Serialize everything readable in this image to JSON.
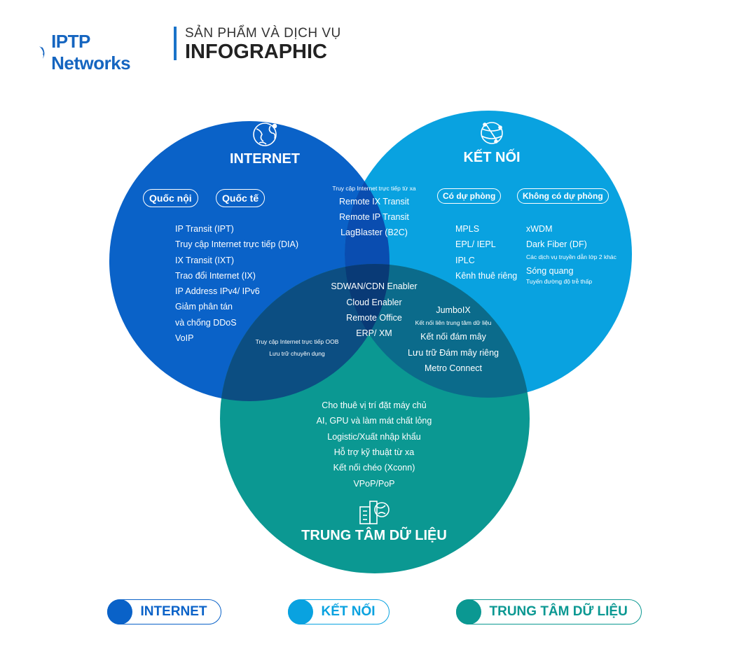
{
  "header": {
    "logo_text": "IPTP Networks",
    "subtitle": "SẢN PHẨM VÀ DỊCH VỤ",
    "title": "INFOGRAPHIC"
  },
  "colors": {
    "internet": "#0a62c8",
    "connection": "#09a2e0",
    "datacenter": "#0b9892",
    "internet_connection": "#0a4db0",
    "internet_datacenter": "#0c4e82",
    "connection_datacenter": "#0b6b8b",
    "center": "#093a76",
    "logo_blue": "#1565c0"
  },
  "internet": {
    "title": "INTERNET",
    "icon": "globe-icon",
    "pill_domestic": "Quốc nội",
    "pill_international": "Quốc tế",
    "items": [
      "IP Transit (IPT)",
      "Truy cập Internet trực tiếp (DIA)",
      "IX Transit (IXT)",
      "Trao đổi Internet (IX)",
      "IP Address IPv4/ IPv6",
      "Giảm phân tán",
      "và chống DDoS",
      "VoIP"
    ]
  },
  "connection": {
    "title": "KẾT NỐI",
    "icon": "network-globe-icon",
    "pill_redundant": "Có dự phòng",
    "pill_non_redundant": "Không có dự phòng",
    "left_items": [
      "MPLS",
      "EPL/ IEPL",
      "IPLC",
      "Kênh thuê riêng"
    ],
    "right": {
      "xwdm": "xWDM",
      "dark_fiber": "Dark Fiber (DF)",
      "layer2_note": "Các dịch vụ truyền dẫn lớp 2 khác",
      "wavelength": "Sóng quang",
      "low_latency_note": "Tuyến đường độ trễ thấp"
    }
  },
  "datacenter": {
    "title": "TRUNG TÂM DỮ LIỆU",
    "icon": "datacenter-building-icon",
    "items": [
      "Cho thuê vị trí đặt máy chủ",
      "AI, GPU và làm mát chất lỏng",
      "Logistic/Xuất nhập khẩu",
      "Hỗ trợ kỹ thuật từ xa",
      "Kết nối chéo (Xconn)",
      "VPoP/PoP"
    ]
  },
  "internet_connection": {
    "note": "Truy cập Internet trực tiếp từ xa",
    "items": [
      "Remote IX Transit",
      "Remote IP Transit",
      "LagBlaster (B2C)"
    ]
  },
  "all_three": {
    "items": [
      "SDWAN/CDN Enabler",
      "Cloud Enabler",
      "Remote Office",
      "ERP/ XM"
    ]
  },
  "internet_datacenter": {
    "note1": "Truy cập Internet trực tiếp OOB",
    "note2": "Lưu trữ chuyên dụng"
  },
  "connection_datacenter": {
    "jumboix": "JumboIX",
    "jumboix_note": "Kết nối liên trung tâm dữ liệu",
    "items": [
      "Kết nối đám mây",
      "Lưu trữ Đám mây riêng",
      "Metro Connect"
    ]
  },
  "legend": {
    "internet": "INTERNET",
    "connection": "KẾT NỐI",
    "datacenter": "TRUNG TÂM DỮ LIỆU"
  }
}
